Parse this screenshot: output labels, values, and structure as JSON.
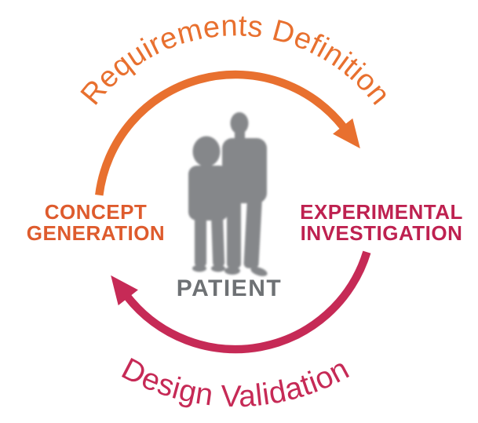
{
  "diagram": {
    "top_arc_label": "Requirements Definition",
    "bottom_arc_label": "Design Validation",
    "left_label": {
      "line1": "CONCEPT",
      "line2": "GENERATION"
    },
    "right_label": {
      "line1": "EXPERIMENTAL",
      "line2": "INVESTIGATION"
    },
    "center_label": "PATIENT",
    "colors": {
      "orange_arc": "#E8702F",
      "orange_label": "#DE5B2D",
      "crimson_arc": "#C62A56",
      "crimson_label": "#BE2150",
      "center_label_gray": "#6E7174",
      "silhouette_gray": "#85878A"
    }
  }
}
